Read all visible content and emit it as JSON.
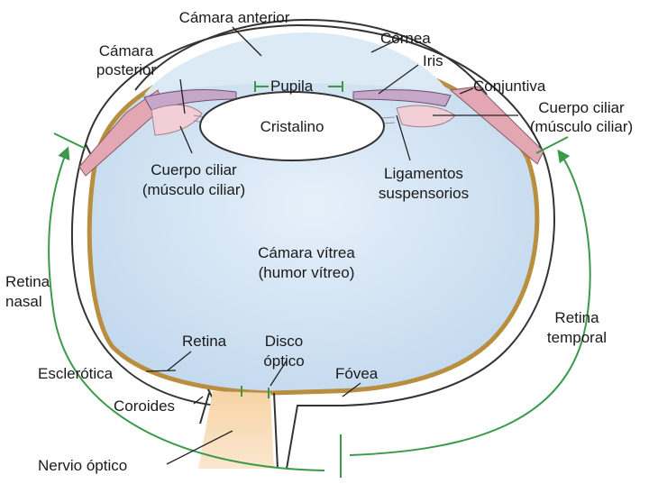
{
  "labels": {
    "camara_anterior": "Cámara anterior",
    "cornea": "Córnea",
    "camara_posterior_1": "Cámara",
    "camara_posterior_2": "posterior",
    "iris": "Iris",
    "pupila": "Pupila",
    "conjuntiva": "Conjuntiva",
    "cristalino": "Cristalino",
    "cuerpo_ciliar_right_1": "Cuerpo ciliar",
    "cuerpo_ciliar_right_2": "(músculo ciliar)",
    "cuerpo_ciliar_left_1": "Cuerpo ciliar",
    "cuerpo_ciliar_left_2": "(músculo ciliar)",
    "ligamentos_1": "Ligamentos",
    "ligamentos_2": "suspensorios",
    "camara_vitrea_1": "Cámara vítrea",
    "camara_vitrea_2": "(humor vítreo)",
    "retina_nasal_1": "Retina",
    "retina_nasal_2": "nasal",
    "retina_temporal_1": "Retina",
    "retina_temporal_2": "temporal",
    "retina": "Retina",
    "disco_1": "Disco",
    "disco_2": "óptico",
    "esclerotica": "Esclerótica",
    "fovea": "Fóvea",
    "coroides": "Coroides",
    "nervio_optico": "Nervio óptico"
  },
  "colors": {
    "vitreous": "#cfe3f3",
    "sclera_outline": "#333333",
    "choroid": "#c9a35a",
    "ciliary": "#f2cfd6",
    "conjunctiva": "#e2a7b3",
    "optic_nerve": "#f0c58e",
    "arrow": "#3a9a4a",
    "text": "#1a1a1a"
  }
}
